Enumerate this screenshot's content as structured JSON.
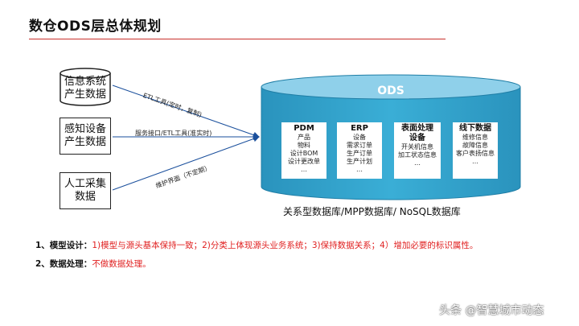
{
  "title": "数仓ODS层总体规划",
  "sources": [
    {
      "label": "信息系统产生数据",
      "shape": "cylinder"
    },
    {
      "label": "感知设备产生数据",
      "shape": "box"
    },
    {
      "label": "人工采集数据",
      "shape": "box"
    }
  ],
  "edges": [
    {
      "label": "ETL工具(定时，复制)"
    },
    {
      "label": "服务接口/ETL工具(准实时)"
    },
    {
      "label": "维护界面（不定期）"
    }
  ],
  "ods": {
    "title": "ODS",
    "cards": [
      {
        "heading": "PDM",
        "items": [
          "产品",
          "物料",
          "设计BOM",
          "设计更改单",
          "…"
        ]
      },
      {
        "heading": "ERP",
        "items": [
          "设备",
          "需求订单",
          "生产订单",
          "生产计划",
          "…"
        ]
      },
      {
        "heading": "表面处理设备",
        "items": [
          "开关机信息",
          "加工状态信息",
          "…"
        ]
      },
      {
        "heading": "线下数据",
        "items": [
          "维修信息",
          "故障信息",
          "客户表扬信息",
          "…"
        ]
      }
    ],
    "caption": "关系型数据库/MPP数据库/ NoSQL数据库"
  },
  "notes": [
    {
      "key": "1、模型设计：",
      "value": "1)模型与源头基本保持一致；2)分类上体现源头业务系统；3)保持数据关系；4）增加必要的标识属性。"
    },
    {
      "key": "2、数据处理：",
      "value": "不做数据处理。"
    }
  ],
  "watermark": "头条 @智慧城市动态",
  "colors": {
    "accent_red": "#c9302c",
    "cylinder_blue": "#2e9fc7",
    "cylinder_top": "#8fd0ea",
    "card_text": "#111111"
  }
}
